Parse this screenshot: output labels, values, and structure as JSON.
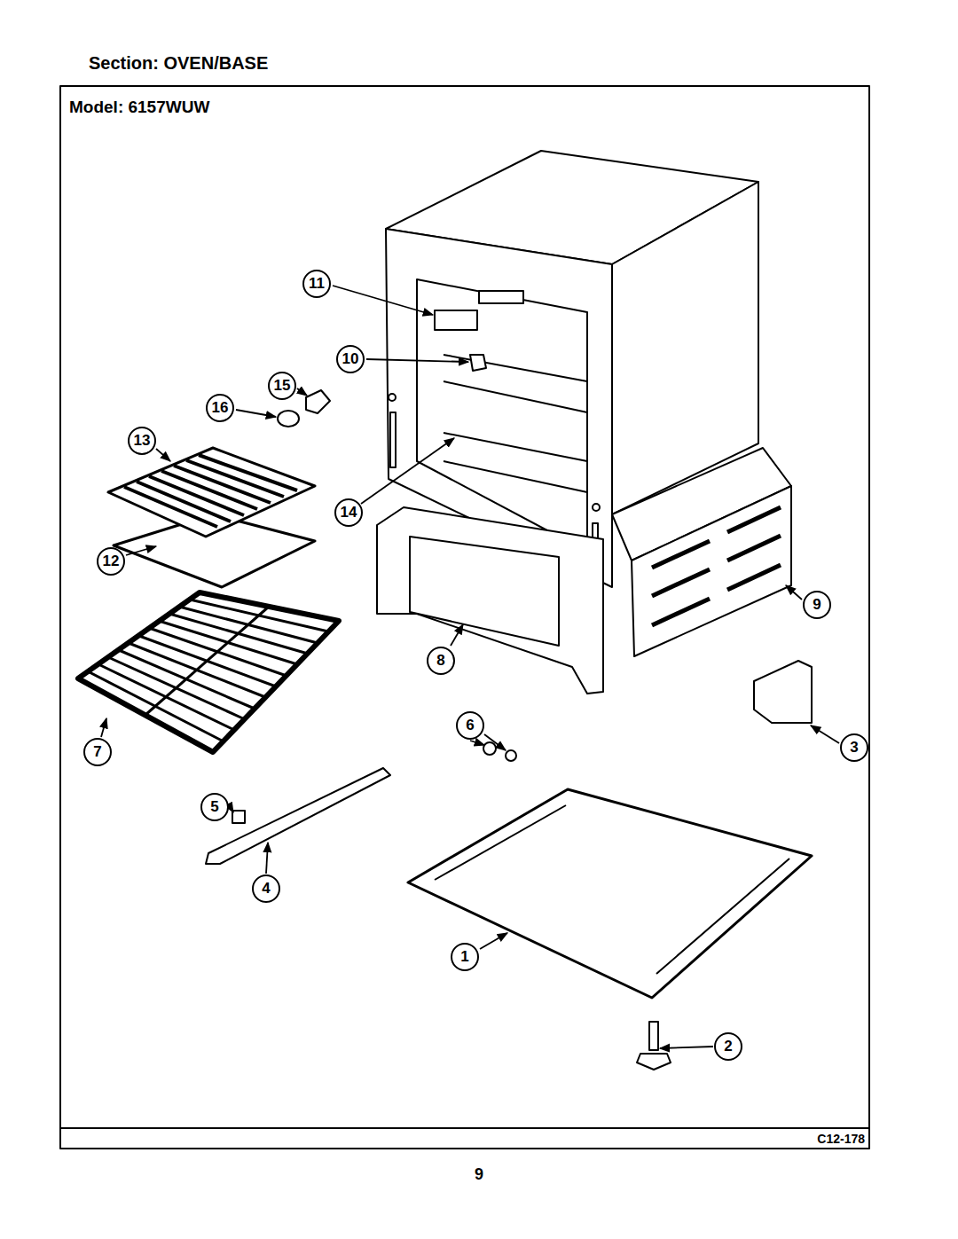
{
  "diagram": {
    "title": "Section: OVEN/BASE",
    "labels": [
      "Model: 6157WUW",
      "11",
      "10",
      "15",
      "16",
      "13",
      "14",
      "12",
      "9",
      "8",
      "7",
      "6",
      "3",
      "5",
      "4",
      "1",
      "2",
      "C12-178",
      "9"
    ]
  }
}
